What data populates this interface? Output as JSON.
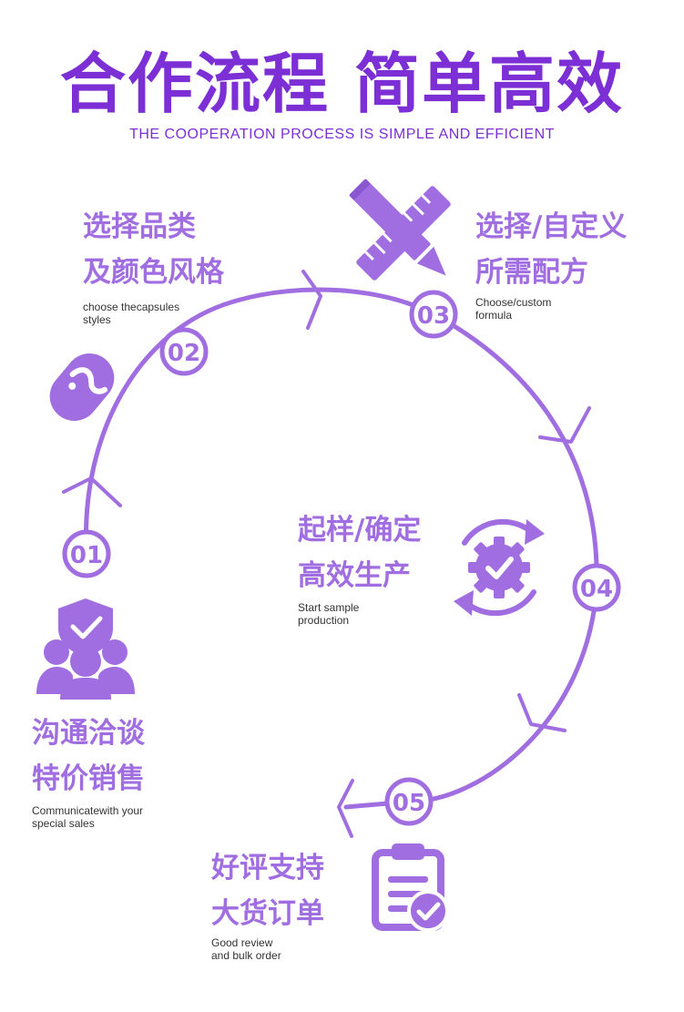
{
  "title": "合作流程 简单高效",
  "subtitle": "THE COOPERATION PROCESS IS SIMPLE AND EFFICIENT",
  "colors": {
    "title": "#7b2fd4",
    "accent": "#a06ee0"
  },
  "steps": [
    {
      "number": "01",
      "cn_line1": "沟通洽谈",
      "cn_line2": "特价销售",
      "en_line1": "Communicatewith your",
      "en_line2": "special sales",
      "icon": "team-check-icon"
    },
    {
      "number": "02",
      "cn_line1": "选择品类",
      "cn_line2": "及颜色风格",
      "en_line1": "choose thecapsules",
      "en_line2": "styles",
      "icon": "capsule-icon"
    },
    {
      "number": "03",
      "cn_line1": "选择/自定义",
      "cn_line2": "所需配方",
      "en_line1": "Choose/custom",
      "en_line2": "formula",
      "icon": "pencil-ruler-icon"
    },
    {
      "number": "04",
      "cn_line1": "起样/确定",
      "cn_line2": "高效生产",
      "en_line1": "Start sample",
      "en_line2": "production",
      "icon": "gear-check-icon"
    },
    {
      "number": "05",
      "cn_line1": "好评支持",
      "cn_line2": "大货订单",
      "en_line1": "Good review",
      "en_line2": "and bulk order",
      "icon": "clipboard-check-icon"
    }
  ]
}
